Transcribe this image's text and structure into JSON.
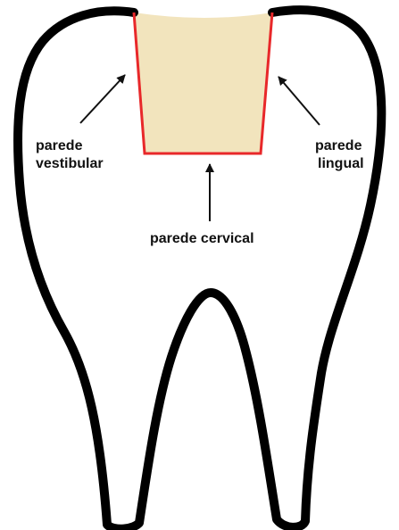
{
  "labels": {
    "vestibular_line1": "parede",
    "vestibular_line2": "vestibular",
    "lingual_line1": "parede",
    "lingual_line2": "lingual",
    "cervical": "parede cervical"
  },
  "colors": {
    "tooth_outline": "#000000",
    "cavity_fill": "#f2e4bd",
    "cavity_walls": "#e8282a",
    "background": "#ffffff"
  }
}
